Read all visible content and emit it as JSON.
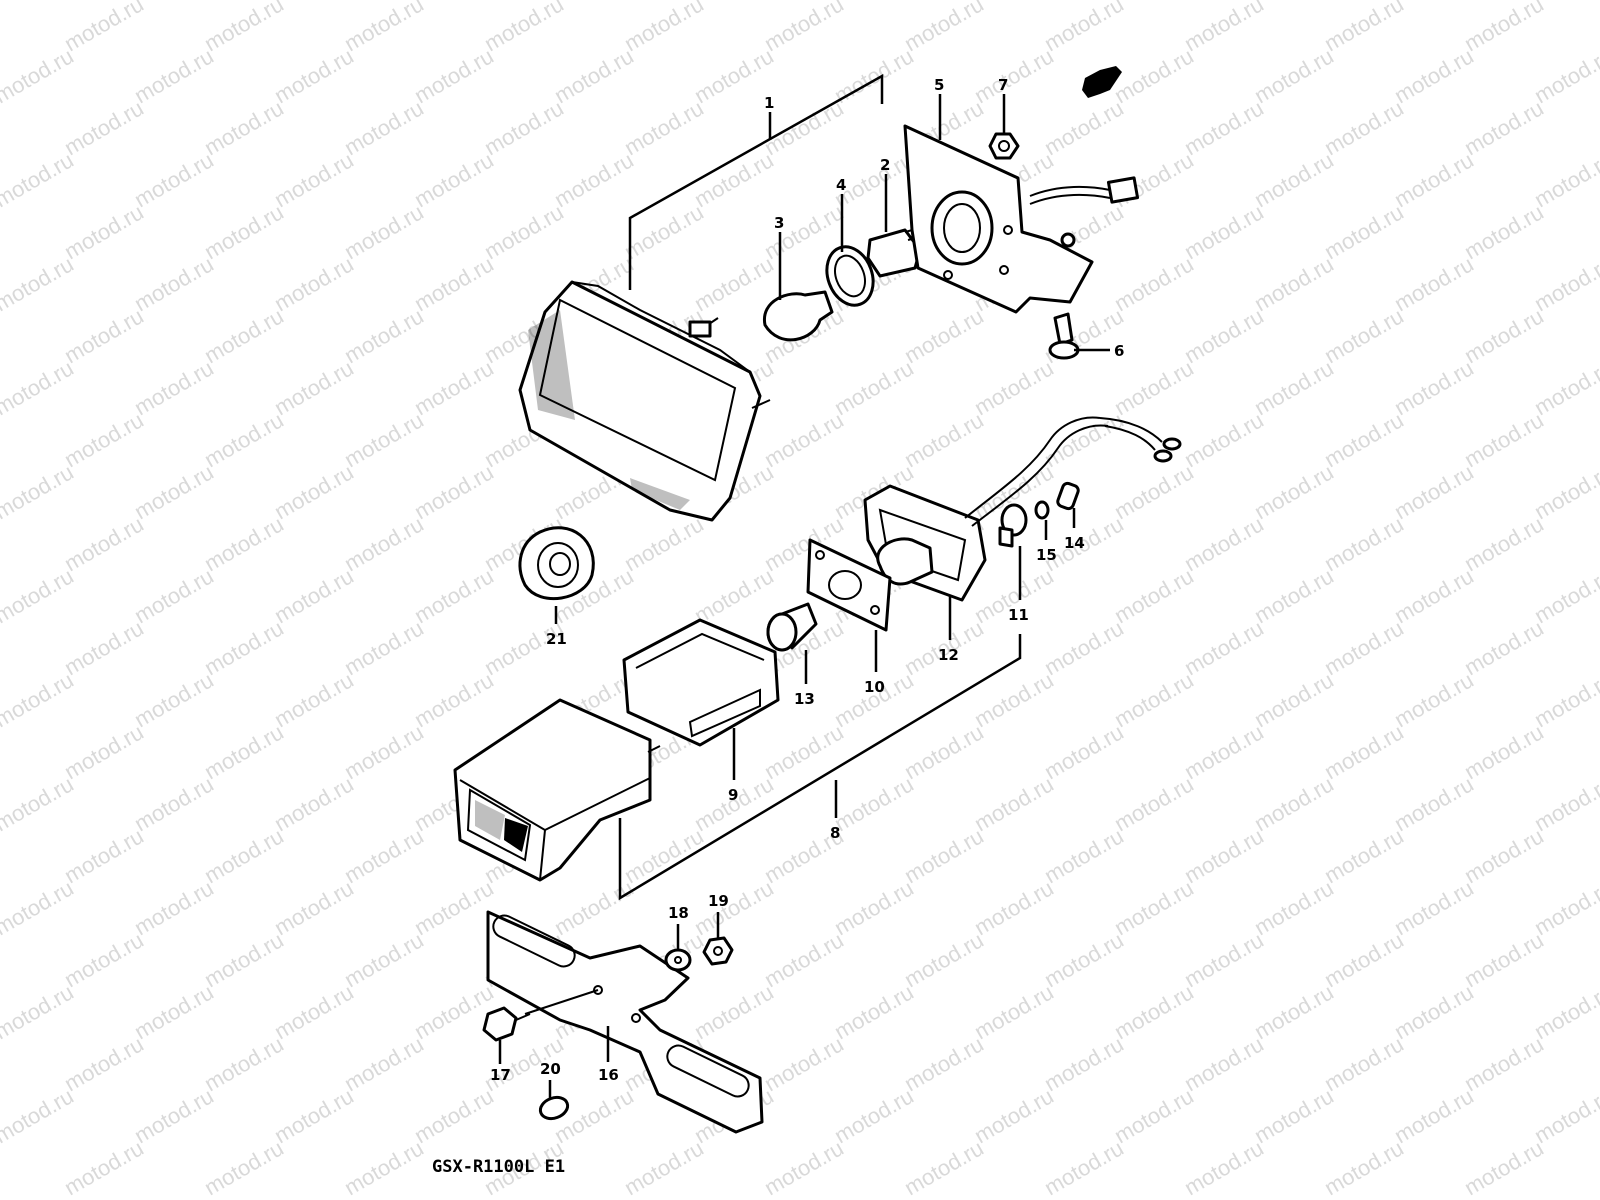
{
  "diagram": {
    "watermark": "motod.ru",
    "model_label": "GSX-R1100L  E1",
    "callouts": {
      "p1": "1",
      "p2": "2",
      "p3": "3",
      "p4": "4",
      "p5": "5",
      "p6": "6",
      "p7": "7",
      "p8": "8",
      "p9": "9",
      "p10": "10",
      "p11": "11",
      "p12": "12",
      "p13": "13",
      "p14": "14",
      "p15": "15",
      "p16": "16",
      "p17": "17",
      "p18": "18",
      "p19": "19",
      "p20": "20",
      "p21": "21"
    }
  }
}
